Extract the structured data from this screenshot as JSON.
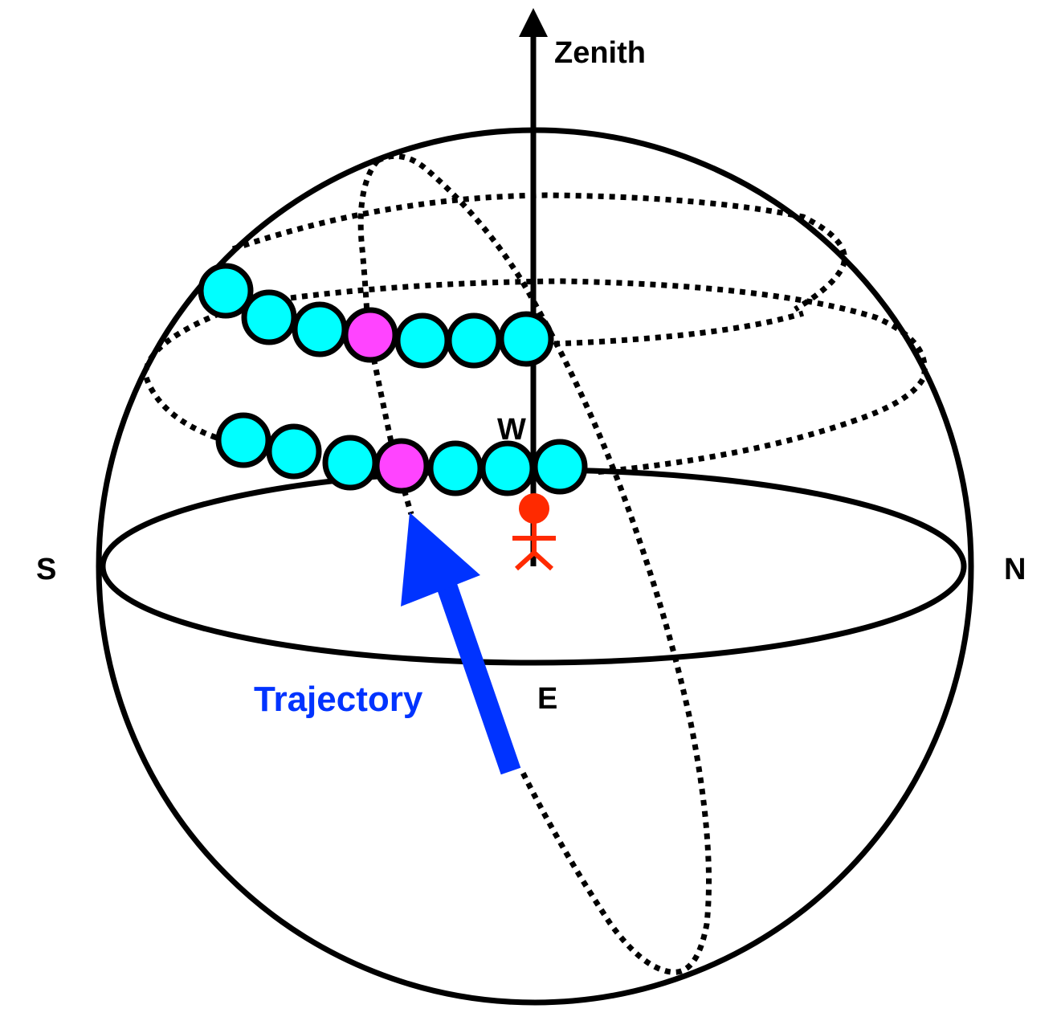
{
  "labels": {
    "zenith": "Zenith",
    "south": "S",
    "north": "N",
    "west": "W",
    "east": "E",
    "trajectory": "Trajectory"
  },
  "colors": {
    "outline": "#000000",
    "bead_default": "#00FFFF",
    "bead_highlight": "#FF44FF",
    "observer": "#FF2A00",
    "trajectory_arrow": "#0033FF",
    "trajectory_text": "#0033FF"
  },
  "rows": [
    {
      "id": "upper",
      "bead_count": 7,
      "highlight_index": 3
    },
    {
      "id": "lower",
      "bead_count": 7,
      "highlight_index": 3
    }
  ]
}
